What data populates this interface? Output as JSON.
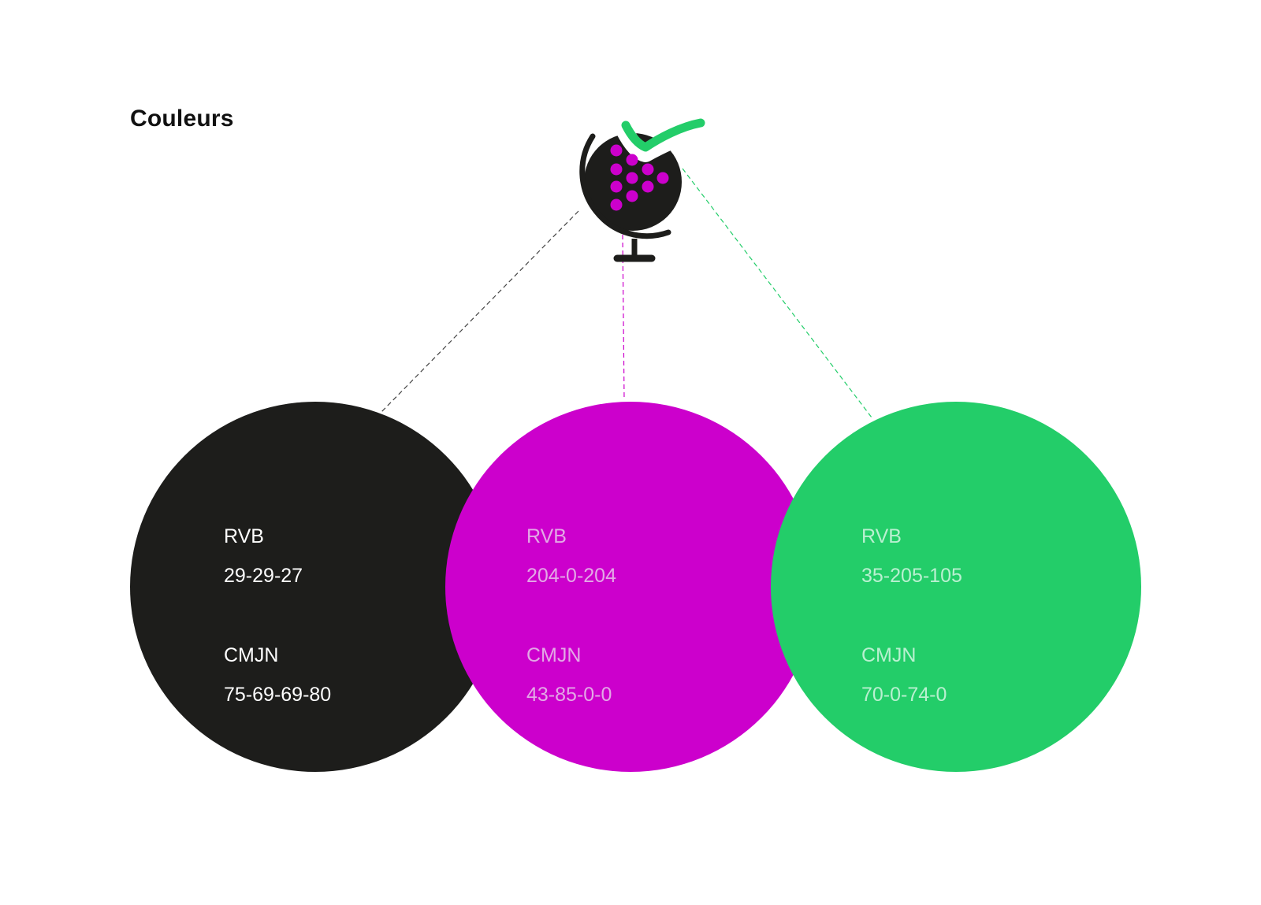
{
  "page": {
    "title": "Couleurs"
  },
  "logo": {
    "icon": "globe-check-icon",
    "globe_color": "#1d1d1b",
    "dot_color": "#cc00cc",
    "check_color": "#23cd69"
  },
  "swatches": [
    {
      "name": "black",
      "color": "#1d1d1b",
      "text_color": "#ffffff",
      "rgb_label": "RVB",
      "rgb_value": "29-29-27",
      "cmyk_label": "CMJN",
      "cmyk_value": "75-69-69-80"
    },
    {
      "name": "magenta",
      "color": "#cc00cc",
      "text_color": "#e3a9e6",
      "rgb_label": "RVB",
      "rgb_value": "204-0-204",
      "cmyk_label": "CMJN",
      "cmyk_value": "43-85-0-0"
    },
    {
      "name": "green",
      "color": "#23cd69",
      "text_color": "#b9f0d0",
      "rgb_label": "RVB",
      "rgb_value": "35-205-105",
      "cmyk_label": "CMJN",
      "cmyk_value": "70-0-74-0"
    }
  ]
}
